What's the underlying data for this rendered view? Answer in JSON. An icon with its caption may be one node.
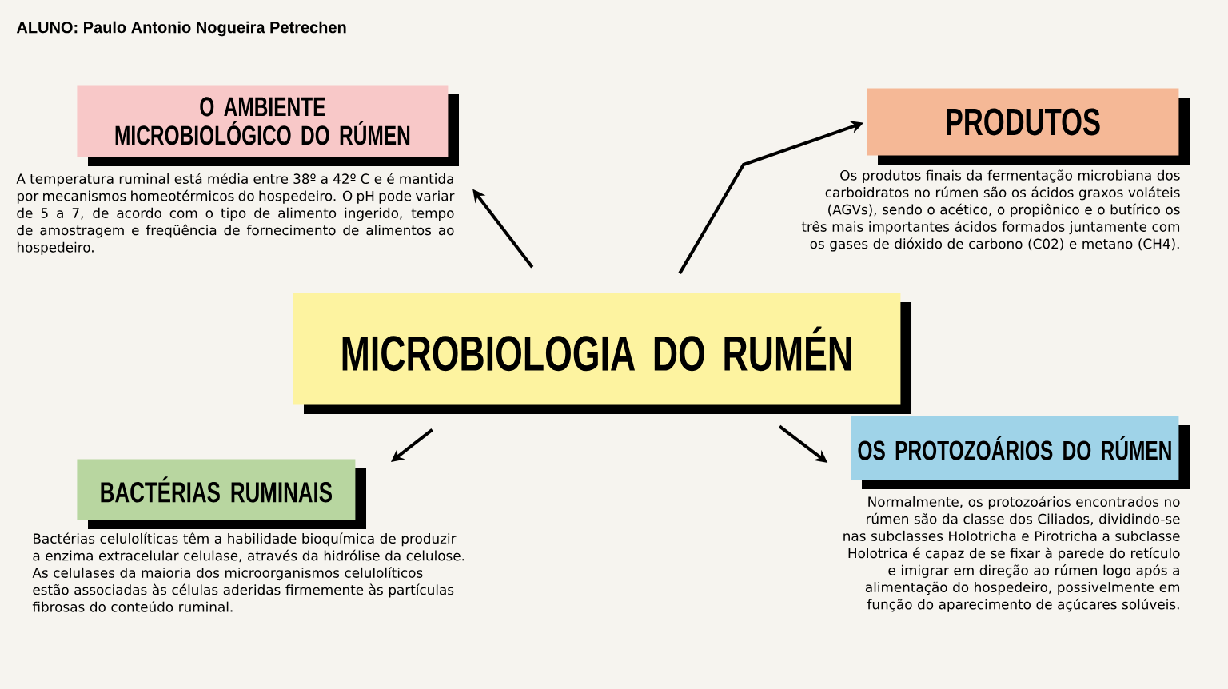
{
  "diagram": {
    "title": "ALUNO: Paulo Antonio Nogueira Petrechen",
    "nodes": [
      {
        "text": [
          "MICROBIOLOGIA DO RUMÉN"
        ]
      },
      {
        "text": [
          "O AMBIENTE MICROBIOLÓGICO DO RÚMEN"
        ],
        "beside": [
          "A temperatura ruminal está média entre 38º a 42º C e é mantida por mecanismos homeotérmicos do hospedeiro. O pH pode variar de 5 a 7, de acordo com o tipo de alimento ingerido, tempo de amostragem e freqüência de fornecimento de alimentos ao hospedeiro."
        ]
      },
      {
        "text": [
          "PRODUTOS"
        ],
        "beside": [
          "Os produtos finais da fermentação microbiana dos carboidratos no rúmen são os ácidos graxos voláteis (AGVs), sendo o acético, o propiônico e o butírico os três mais importantes ácidos formados juntamente com os gases de dióxido de carbono (C02) e metano (CH4)."
        ]
      },
      {
        "text": [
          "BACTÉRIAS RUMINAIS"
        ],
        "beside": [
          "Bactérias celulolíticas têm a habilidade bioquímica de produzir a enzima extracelular celulase, através da hidrólise da celulose. As celulases da maioria dos microorganismos celulolíticos estão associadas às células aderidas firmemente às partículas fibrosas do conteúdo ruminal."
        ]
      },
      {
        "text": [
          "OS PROTOZOÁRIOS DO RÚMEN"
        ],
        "beside": [
          "Normalmente, os protozoários encontrados no rúmen são da classe dos Ciliados, dividindo-se nas subclasses Holotricha e Pirotricha a subclasse Holotrica é capaz de se fixar à parede do retículo e imigrar em direção ao rúmen logo após a alimentação do hospedeiro, possivelmente em função do aparecimento de açúcares solúveis."
        ]
      }
    ],
    "edges": [
      {
        "from": 0,
        "to": 1,
        "arrow": "to"
      },
      {
        "from": 0,
        "to": 2,
        "arrow": "to"
      },
      {
        "from": 0,
        "to": 3,
        "arrow": "to"
      },
      {
        "from": 0,
        "to": 4,
        "arrow": "to"
      }
    ]
  }
}
